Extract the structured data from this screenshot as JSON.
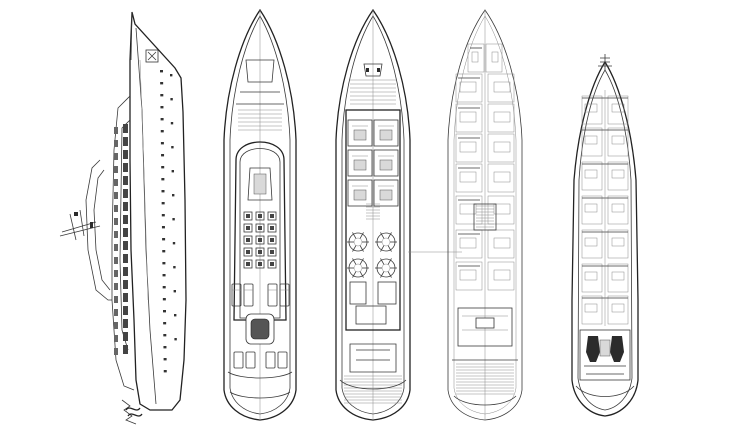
{
  "drawing": {
    "views": [
      {
        "id": "profile",
        "kind": "side-profile"
      },
      {
        "id": "sun-deck",
        "kind": "deck-plan"
      },
      {
        "id": "upper-deck",
        "kind": "deck-plan"
      },
      {
        "id": "main-deck",
        "kind": "deck-plan"
      },
      {
        "id": "lower-deck",
        "kind": "deck-plan"
      }
    ],
    "colors": {
      "line": "#3a3a3a",
      "light_line": "#8a8a8a",
      "fill_dark": "#2b2b2b",
      "background": "#ffffff"
    }
  }
}
